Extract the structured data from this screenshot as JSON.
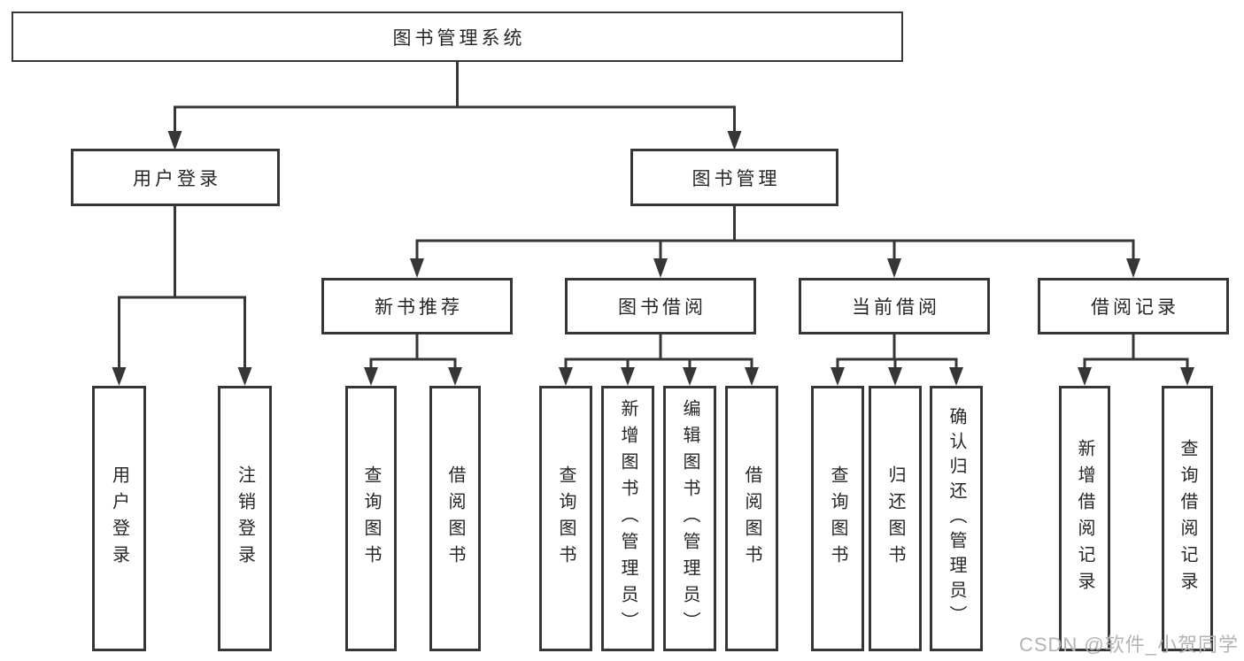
{
  "diagram_type": "hierarchy-tree",
  "tree": {
    "label": "图书管理系统",
    "children": [
      {
        "label": "用户登录",
        "children": [
          {
            "label": "用户登录"
          },
          {
            "label": "注销登录"
          }
        ]
      },
      {
        "label": "图书管理",
        "children": [
          {
            "label": "新书推荐",
            "children": [
              {
                "label": "查询图书"
              },
              {
                "label": "借阅图书"
              }
            ]
          },
          {
            "label": "图书借阅",
            "children": [
              {
                "label": "查询图书"
              },
              {
                "label": "新增图书（管理员）"
              },
              {
                "label": "编辑图书（管理员）"
              },
              {
                "label": "借阅图书"
              }
            ]
          },
          {
            "label": "当前借阅",
            "children": [
              {
                "label": "查询图书"
              },
              {
                "label": "归还图书"
              },
              {
                "label": "确认归还（管理员）"
              }
            ]
          },
          {
            "label": "借阅记录",
            "children": [
              {
                "label": "新增借阅记录"
              },
              {
                "label": "查询借阅记录"
              }
            ]
          }
        ]
      }
    ]
  },
  "watermark": {
    "text": "CSDN @软件_小贺同学"
  },
  "colors": {
    "line": "#363636",
    "text": "#262626",
    "background": "#ffffff",
    "watermark": "#b3b3b3"
  }
}
